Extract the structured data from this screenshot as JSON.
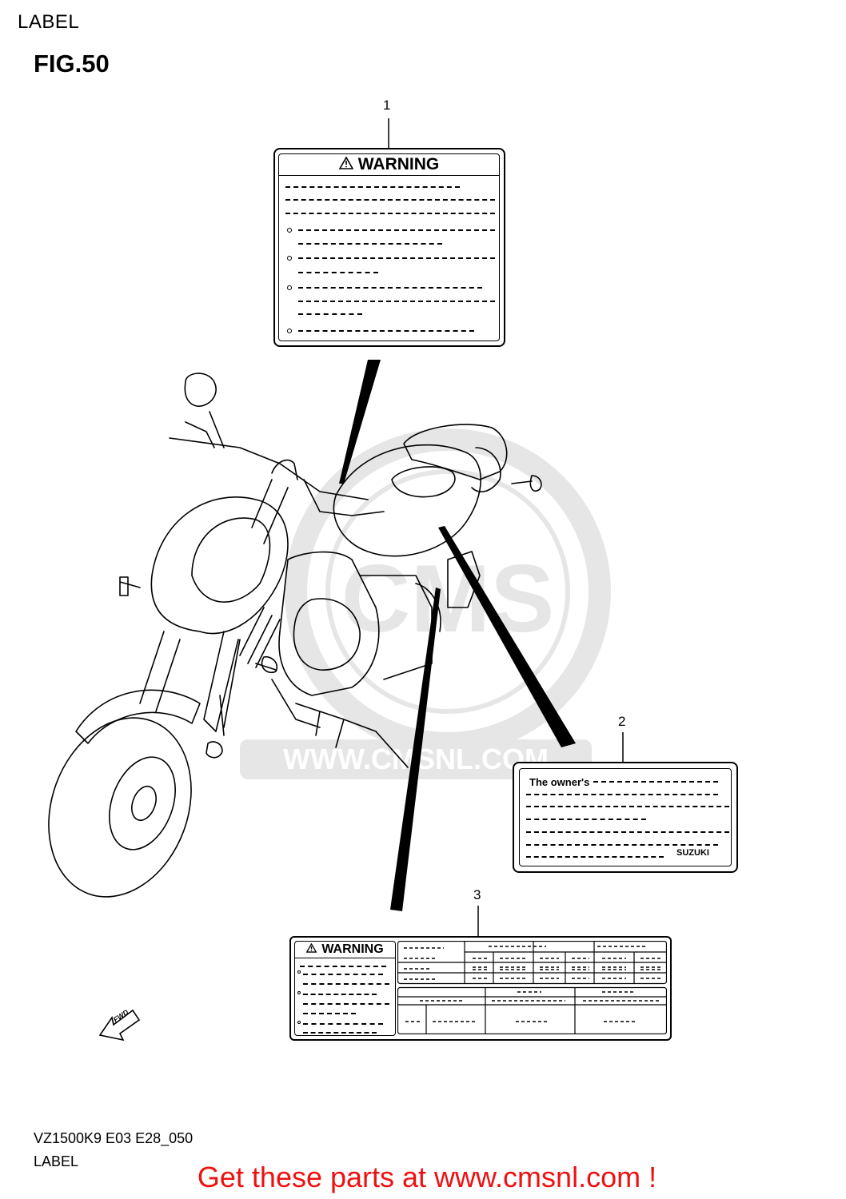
{
  "header": {
    "page_title": "LABEL",
    "figure_number": "FIG.50"
  },
  "callouts": [
    "1",
    "2",
    "3"
  ],
  "label_1": {
    "heading": "WARNING",
    "heading_icon": "warning-triangle-icon"
  },
  "label_2": {
    "lead_text": "The owner's",
    "brand_text": "SUZUKI"
  },
  "label_3": {
    "heading": "WARNING",
    "heading_icon": "warning-triangle-icon"
  },
  "direction_badge": {
    "text": "FWD",
    "icon": "forward-arrow-icon"
  },
  "watermark": {
    "logo_text": "CMS",
    "url_text": "WWW.CMSNL.COM"
  },
  "footer": {
    "model_code": "VZ1500K9 E03 E28_050",
    "caption": "LABEL",
    "call_to_action": "Get these parts at www.cmsnl.com !"
  },
  "colors": {
    "cta": "#ee1111",
    "line": "#000000",
    "watermark": "#888888"
  }
}
